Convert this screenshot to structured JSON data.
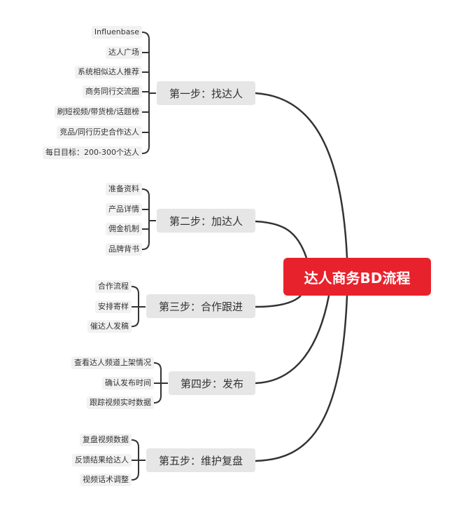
{
  "root": {
    "label": "达人商务BD流程",
    "color": "#e8222d"
  },
  "steps": [
    {
      "label": "第一步：找达人",
      "items": [
        "Influenbase",
        "达人广场",
        "系统相似达人推荐",
        "商务同行交流圈",
        "刷短视频/带货榜/话题榜",
        "竞品/同行历史合作达人",
        "每日目标：200-300个达人"
      ]
    },
    {
      "label": "第二步：加达人",
      "items": [
        "准备资料",
        "产品详情",
        "佣金机制",
        "品牌背书"
      ]
    },
    {
      "label": "第三步：合作跟进",
      "items": [
        "合作流程",
        "安排寄样",
        "催达人发稿"
      ]
    },
    {
      "label": "第四步：发布",
      "items": [
        "查看达人频道上架情况",
        "确认发布时间",
        "跟踪视频实时数据"
      ]
    },
    {
      "label": "第五步：维护复盘",
      "items": [
        "复盘视频数据",
        "反馈结果给达人",
        "视频话术调整"
      ]
    }
  ]
}
